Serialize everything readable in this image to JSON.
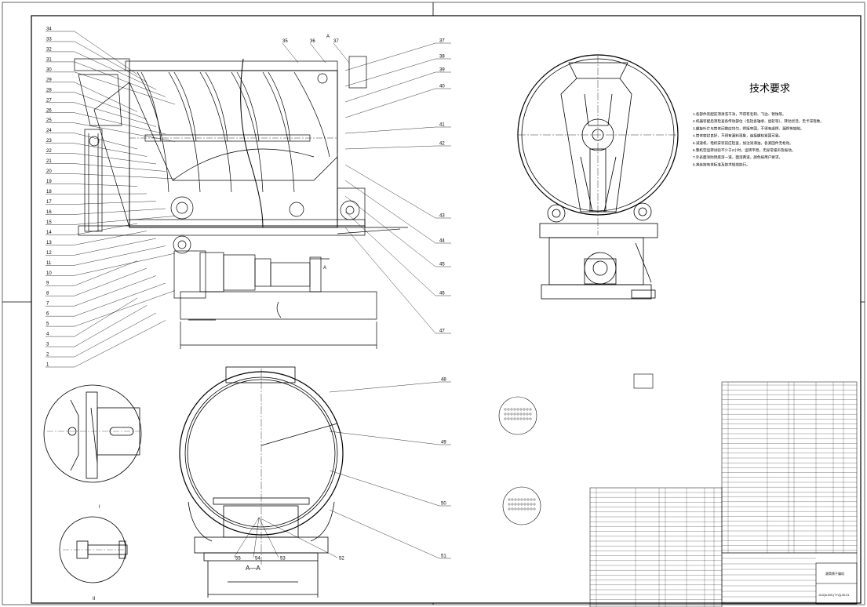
{
  "tech_title": "技术要求",
  "tech_notes": [
    "1.各部件装配前须清洗干净，不得有毛刺、飞边、锈蚀等。",
    "2.机器装配后须检查各传动部位（包括各轴承、齿轮等），转动灵活，无卡滞现象。",
    "3.螺旋叶片与筒体间隙应均匀，焊接牢固，不得有虚焊、漏焊等缺陷。",
    "4.筒体密封良好，不得有漏料现象，连接螺栓紧固可靠。",
    "5.减速机、电机安装前应检查，加注润滑油，各紧固件无松动。",
    "6.整机空运转试验不少于2小时，运转平稳，无异常噪声及振动。",
    "7.外表面涂防锈底漆一道，面漆两道，颜色按用户要求。",
    "8.其余按有关标准及技术规范执行。"
  ],
  "section_label": "A—A",
  "section_marker": "A",
  "left_part_numbers": [
    "34",
    "33",
    "32",
    "31",
    "30",
    "29",
    "28",
    "27",
    "26",
    "25",
    "24",
    "23",
    "22",
    "21",
    "20",
    "19",
    "18",
    "17",
    "16",
    "15",
    "14",
    "13",
    "12",
    "11",
    "10",
    "9",
    "8",
    "7",
    "6",
    "5",
    "4",
    "3",
    "2",
    "1"
  ],
  "top_part_numbers": [
    "35",
    "36",
    "37"
  ],
  "right_part_numbers": [
    "37",
    "38",
    "39",
    "40",
    "41",
    "42",
    "43",
    "44",
    "45",
    "46",
    "47"
  ],
  "bottom_part_numbers": [
    "48",
    "49",
    "50",
    "51",
    "52",
    "53",
    "54",
    "55"
  ],
  "drawing_number": "JXJQ5-000-(TYQ)-00-01",
  "drawing_name": "滚筒筛干燥机",
  "detail_markers": [
    "I",
    "II"
  ]
}
